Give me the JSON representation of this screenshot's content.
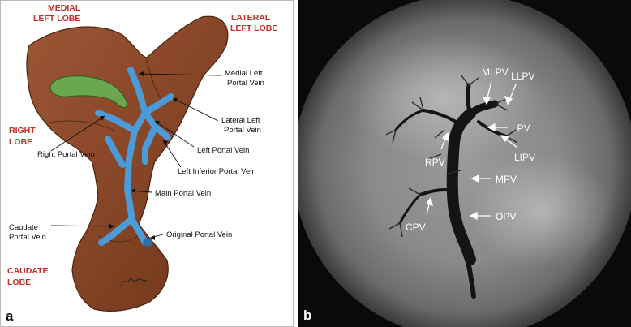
{
  "panel_a": {
    "letter": "a",
    "lobes": {
      "medial_line1": "MEDIAL",
      "medial_line2": "LEFT LOBE",
      "lateral_line1": "LATERAL",
      "lateral_line2": "LEFT LOBE",
      "right_line1": "RIGHT",
      "right_line2": "LOBE",
      "caudate_line1": "CAUDATE",
      "caudate_line2": "LOBE"
    },
    "veins": {
      "medial_left_line1": "Medial Left",
      "medial_left_line2": "Portal Vein",
      "lateral_left_line1": "Lateral Left",
      "lateral_left_line2": "Portal Vein",
      "left": "Left Portal Vein",
      "left_inferior": "Left Inferior Portal Vein",
      "right": "Right Portal Vein",
      "main": "Main Portal Vein",
      "caudate_line1": "Caudate",
      "caudate_line2": "Portal Vein",
      "original": "Original Portal Vein"
    },
    "colors": {
      "liver": "#8a4a2b",
      "vein": "#4a9bd8",
      "gallbladder": "#6aa84f",
      "lobe_label": "#c0302a"
    }
  },
  "panel_b": {
    "letter": "b",
    "labels": {
      "mlpv": "MLPV",
      "llpv": "LLPV",
      "lpv": "LPV",
      "lipv": "LIPV",
      "rpv": "RPV",
      "mpv": "MPV",
      "cpv": "CPV",
      "opv": "OPV"
    }
  }
}
